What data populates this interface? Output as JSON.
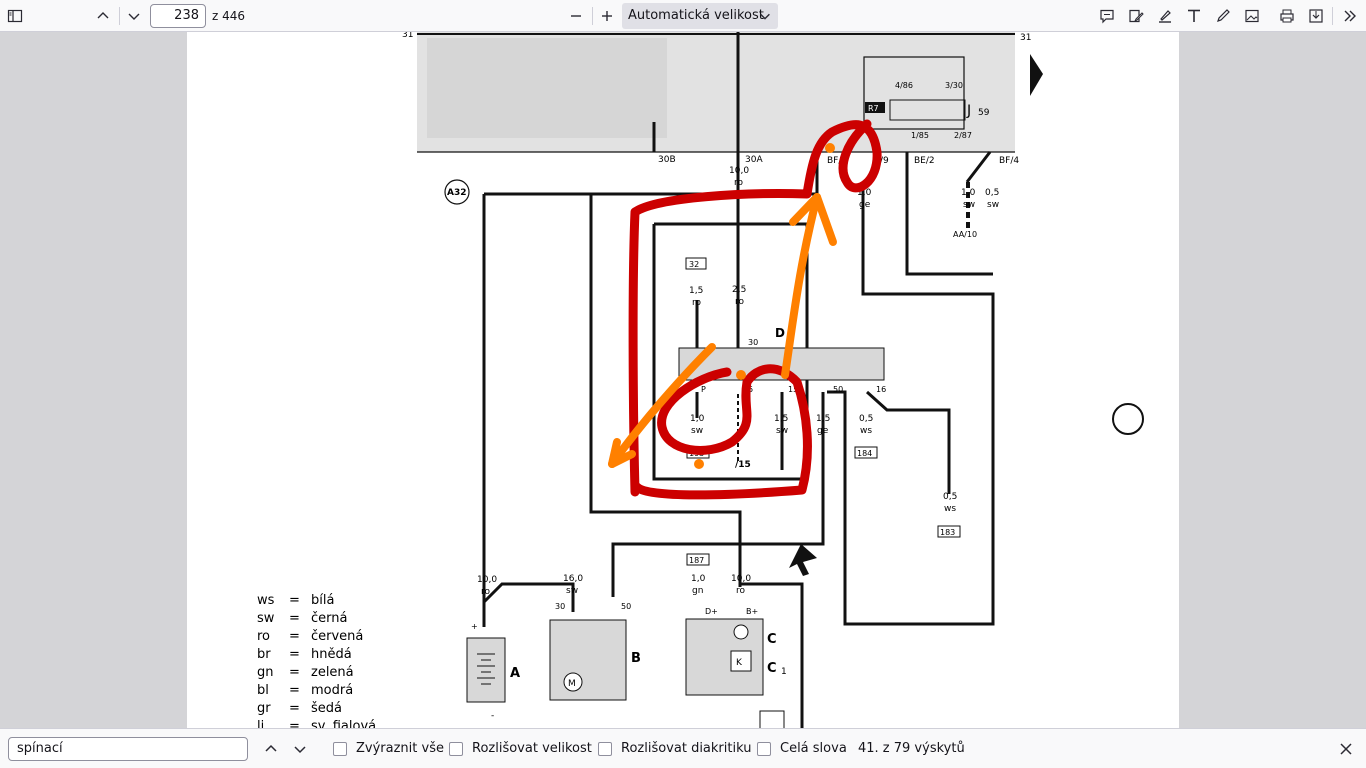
{
  "toolbar": {
    "page_number": "238",
    "page_total": "z 446",
    "zoom_value": "Automatická velikost",
    "icons": [
      "sidebar-toggle-icon",
      "previous-page-icon",
      "next-page-icon",
      "zoom-out-icon",
      "zoom-in-icon",
      "comment-icon",
      "edit-text-icon",
      "highlight-icon",
      "text-icon",
      "draw-icon",
      "image-icon",
      "print-icon",
      "download-icon",
      "more-tools-icon"
    ]
  },
  "findbar": {
    "query": "spínací",
    "highlight_all": "Zvýraznit vše",
    "match_case": "Rozlišovat velikost",
    "match_diacritics": "Rozlišovat diakritiku",
    "whole_words": "Celá slova",
    "result": "41. z 79 výskytů"
  },
  "diagram": {
    "top_labels": [
      "31",
      "31",
      "4/86",
      "3/30",
      "R7",
      "J",
      "59",
      "1/85",
      "2/87",
      "30B",
      "30A",
      "BF/2",
      "/9",
      "BE/2",
      "BF/4"
    ],
    "wire_labels": [
      {
        "size": "10,0",
        "color": "ro"
      },
      {
        "size": "1,0",
        "color": "ge"
      },
      {
        "size": "1,0",
        "color": "sw"
      },
      {
        "size": "0,5",
        "color": "sw"
      },
      {
        "size": "1,5",
        "color": "ro"
      },
      {
        "size": "2,5",
        "color": "ro"
      },
      {
        "size": "1,0",
        "color": "sw"
      },
      {
        "size": "1,5",
        "color": "sw"
      },
      {
        "size": "1,5",
        "color": "ge"
      },
      {
        "size": "0,5",
        "color": "ws"
      },
      {
        "size": "0,5",
        "color": "ws"
      },
      {
        "size": "10,0",
        "color": "ro"
      },
      {
        "size": "16,0",
        "color": "sw"
      },
      {
        "size": "1,0",
        "color": "gn"
      },
      {
        "size": "10,0",
        "color": "ro"
      }
    ],
    "connectors": [
      "A32",
      "32",
      "193",
      "184",
      "183",
      "187",
      "AA/10"
    ],
    "switch_label": "D",
    "switch_terminals": [
      "30",
      "P",
      "15",
      "15",
      "50",
      "16"
    ],
    "terminal_labels": [
      "/15",
      "30",
      "50",
      "D+",
      "B+",
      "+",
      "-"
    ],
    "components": [
      "A",
      "B",
      "C",
      "C",
      "1",
      "M",
      "K"
    ],
    "legend": [
      {
        "code": "ws",
        "eq": "=",
        "name": "bílá"
      },
      {
        "code": "sw",
        "eq": "=",
        "name": "černá"
      },
      {
        "code": "ro",
        "eq": "=",
        "name": "červená"
      },
      {
        "code": "br",
        "eq": "=",
        "name": "hnědá"
      },
      {
        "code": "gn",
        "eq": "=",
        "name": "zelená"
      },
      {
        "code": "bl",
        "eq": "=",
        "name": "modrá"
      },
      {
        "code": "gr",
        "eq": "=",
        "name": "šedá"
      },
      {
        "code": "li",
        "eq": "=",
        "name": "sv. fialová"
      }
    ],
    "annotation_colors": {
      "red": "#cc0000",
      "orange": "#ff8000"
    }
  }
}
